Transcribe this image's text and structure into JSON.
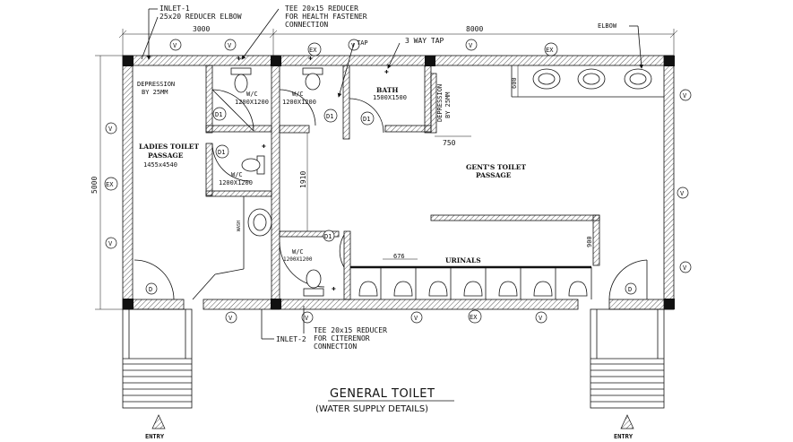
{
  "title": "GENERAL TOILET",
  "subtitle": "(WATER SUPPLY DETAILS)",
  "dimensions": {
    "left_width": "3000",
    "right_width": "8000",
    "height": "5000",
    "corridor": "1910",
    "depression_w": "750",
    "depression_h": "600",
    "urinal_spacing": "676",
    "right_wall_h": "900"
  },
  "callouts": {
    "inlet1": "INLET-1",
    "reducer_elbow": "25x20 REDUCER ELBOW",
    "tee_top_1": "TEE 20x15 REDUCER",
    "tee_top_2": "FOR HEALTH FASTENER",
    "tee_top_3": "CONNECTION",
    "tap": "TAP",
    "three_way_tap": "3 WAY TAP",
    "elbow": "ELBOW",
    "inlet2": "INLET-2",
    "tee_bot_1": "TEE 20x15 REDUCER",
    "tee_bot_2": "FOR CITERENOR",
    "tee_bot_3": "CONNECTION"
  },
  "rooms": {
    "ladies": [
      "LADIES TOILET",
      "PASSAGE",
      "1455x4540"
    ],
    "gents": [
      "GENT'S TOILET",
      "PASSAGE"
    ],
    "bath": [
      "BATH",
      "1500X1500"
    ],
    "depression_left": [
      "DEPRESSION",
      "BY 25MM"
    ],
    "depression_right": [
      "DEPRESSION",
      "BY 25MM"
    ],
    "wc_label": "W/C",
    "wc_size": "1200X1200",
    "urinals": "URINALS",
    "wash": "WASH"
  },
  "doors": {
    "d1": "D1",
    "d": "D"
  },
  "symbols": {
    "v": "V",
    "ex": "EX"
  },
  "entry": "ENTRY"
}
